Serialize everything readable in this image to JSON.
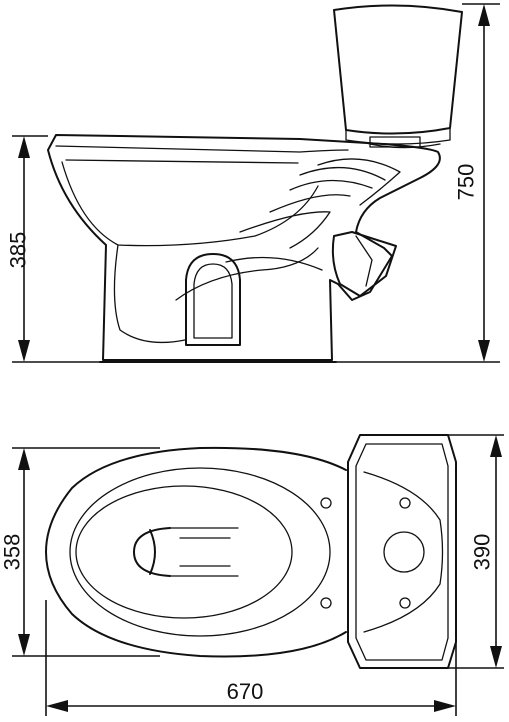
{
  "diagram": {
    "dimensions": {
      "bowl_height": "385",
      "total_height": "750",
      "bowl_width": "358",
      "tank_width": "390",
      "total_length": "670"
    }
  }
}
